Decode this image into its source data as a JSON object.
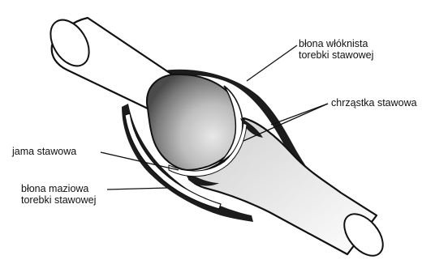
{
  "labels": {
    "fibrous_membrane": [
      "błona włóknista",
      "torebki stawowej"
    ],
    "articular_cartilage": "chrząstka stawowa",
    "joint_cavity": "jama stawowa",
    "synovial_membrane": [
      "błona maziowa",
      "torebki stawowej"
    ]
  },
  "colors": {
    "ink": "#111111",
    "bone_fill": "#ffffff",
    "capsule_fill": "#1c1c1c",
    "background": "#ffffff"
  }
}
